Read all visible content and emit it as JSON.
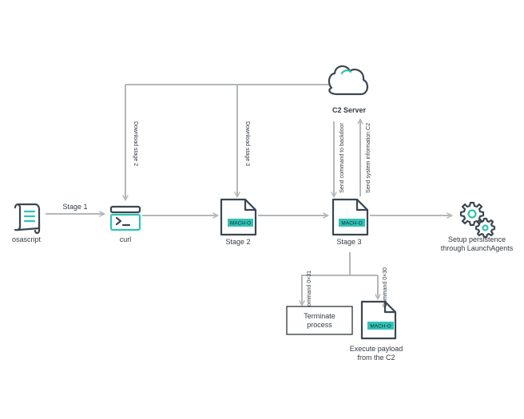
{
  "nodes": {
    "osascript": "osascript",
    "curl": "curl",
    "stage2": "Stage 2",
    "stage3": "Stage 3",
    "c2_server": "C2 Server",
    "persistence_line1": "Setup persistence",
    "persistence_line2": "through LaunchAgents",
    "terminate_line1": "Terminate",
    "terminate_line2": "process",
    "execute_line1": "Execute payload",
    "execute_line2": "from the C2"
  },
  "file_tag": "MACH-O",
  "edges": {
    "stage1": "Stage 1",
    "download_stage2": "Download stage 2",
    "download_stage3": "Download stage 3",
    "send_command": "Send command to backdoor",
    "send_sysinfo": "Send system information C2",
    "command_0x31": "Command 0×31",
    "command_0x30": "Command 0×30"
  },
  "colors": {
    "connector": "#b4b7ba",
    "icon": "#3b4650",
    "accent": "#2fc3b5"
  }
}
